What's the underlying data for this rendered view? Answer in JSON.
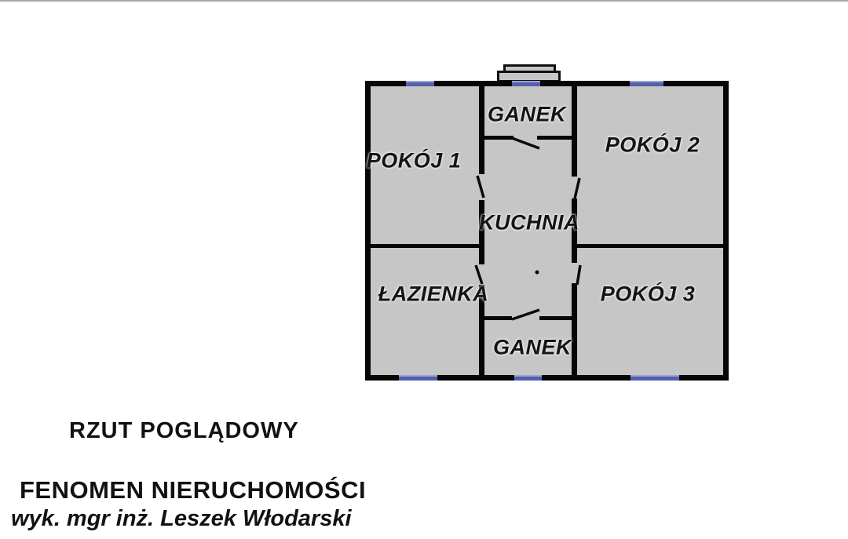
{
  "page": {
    "background_color": "#ffffff",
    "top_strip_color": "#a9a9a9"
  },
  "floorplan": {
    "fill_color": "#c6c6c6",
    "wall_color": "#060606",
    "window_color": "#5560ab",
    "rooms": [
      {
        "id": "ganek-top",
        "label": "GANEK"
      },
      {
        "id": "pokoj-1",
        "label": "POKÓJ 1"
      },
      {
        "id": "pokoj-2",
        "label": "POKÓJ 2"
      },
      {
        "id": "kuchnia",
        "label": "KUCHNIA"
      },
      {
        "id": "lazienka",
        "label": "ŁAZIENKA"
      },
      {
        "id": "pokoj-3",
        "label": "POKÓJ 3"
      },
      {
        "id": "ganek-bottom",
        "label": "GANEK"
      }
    ],
    "window_count": 6,
    "door_count": 6
  },
  "footer": {
    "plan_caption": "RZUT POGLĄDOWY",
    "company": "FENOMEN NIERUCHOMOŚCI",
    "author": "wyk. mgr inż. Leszek Włodarski"
  }
}
